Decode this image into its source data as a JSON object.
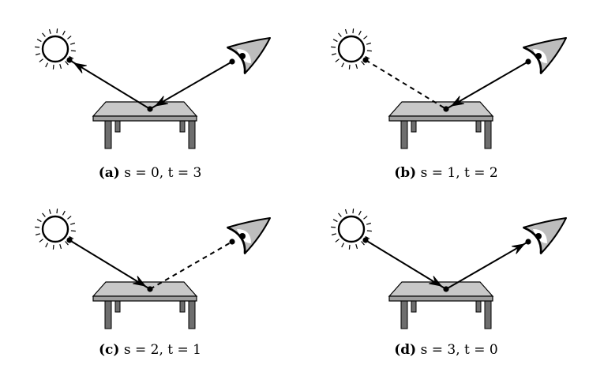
{
  "panels": [
    {
      "label": "(a)",
      "formula": "s = 0, t = 3",
      "light_segment": "solid",
      "camera_segment": "solid",
      "arrow_into_light": true,
      "arrow_at_table_from_camera": true,
      "arrow_at_table_from_light": false,
      "arrow_into_camera": false
    },
    {
      "label": "(b)",
      "formula": "s = 1, t = 2",
      "light_segment": "dashed",
      "camera_segment": "solid",
      "arrow_into_light": false,
      "arrow_at_table_from_camera": true,
      "arrow_at_table_from_light": false,
      "arrow_into_camera": false
    },
    {
      "label": "(c)",
      "formula": "s = 2, t = 1",
      "light_segment": "solid",
      "camera_segment": "dashed",
      "arrow_into_light": false,
      "arrow_at_table_from_camera": false,
      "arrow_at_table_from_light": true,
      "arrow_into_camera": false
    },
    {
      "label": "(d)",
      "formula": "s = 3, t = 0",
      "light_segment": "solid",
      "camera_segment": "solid",
      "arrow_into_light": false,
      "arrow_at_table_from_camera": false,
      "arrow_at_table_from_light": true,
      "arrow_into_camera": true
    }
  ],
  "colors": {
    "stroke": "#000000",
    "table_top": "#c8c8c8",
    "table_legs": "#6e6e6e",
    "eye": "#bdbdbd"
  }
}
